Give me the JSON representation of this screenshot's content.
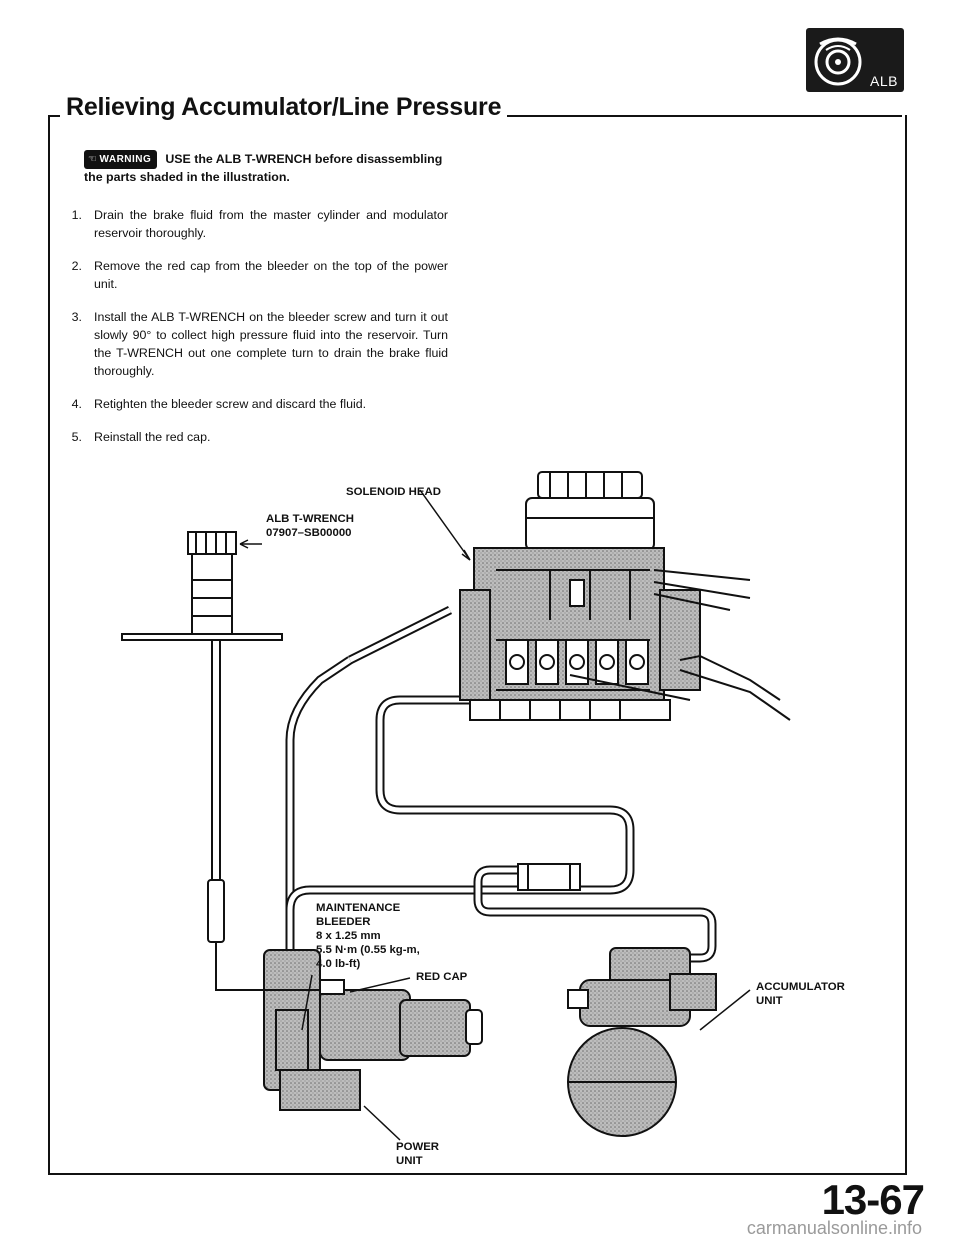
{
  "section_icon": {
    "label": "ALB",
    "icon": "brake-disc-icon"
  },
  "title": "Relieving Accumulator/Line Pressure",
  "warning": {
    "badge": "WARNING",
    "icon": "warning-hand-icon",
    "text": "USE the ALB T-WRENCH before disassembling the parts shaded in the illustration."
  },
  "steps": [
    {
      "num": "1.",
      "text": "Drain the brake fluid from the master cylinder and modulator reservoir thoroughly."
    },
    {
      "num": "2.",
      "text": "Remove the red cap from the bleeder on the top of the power unit."
    },
    {
      "num": "3.",
      "text": "Install the ALB T-WRENCH on the bleeder screw and turn it out slowly 90° to collect high pressure fluid into the reservoir. Turn the T-WRENCH out one complete turn to drain the brake fluid thoroughly."
    },
    {
      "num": "4.",
      "text": "Retighten the bleeder screw and discard the fluid."
    },
    {
      "num": "5.",
      "text": "Reinstall the red cap."
    }
  ],
  "diagram_labels": {
    "solenoid_head": "SOLENOID HEAD",
    "tool_name": "ALB T-WRENCH",
    "tool_number": "07907–SB00000",
    "bleeder_1": "MAINTENANCE",
    "bleeder_2": "BLEEDER",
    "bleeder_3": "8 x 1.25 mm",
    "bleeder_4": "5.5 N·m (0.55 kg-m,",
    "bleeder_5": "4.0 lb-ft)",
    "red_cap": "RED CAP",
    "accumulator_1": "ACCUMULATOR",
    "accumulator_2": "UNIT",
    "power_1": "POWER",
    "power_2": "UNIT"
  },
  "page_number": "13-67",
  "watermark": "carmanualsonline.info"
}
